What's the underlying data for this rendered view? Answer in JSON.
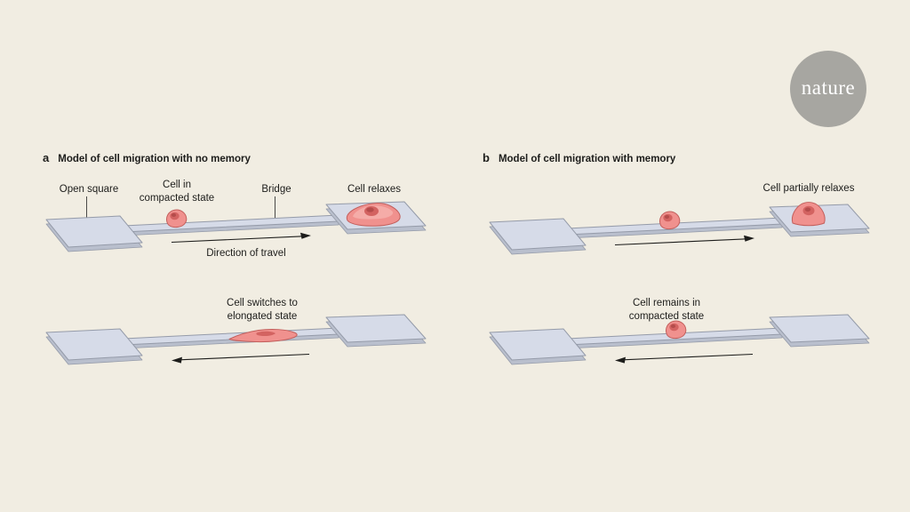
{
  "logo": {
    "text": "nature"
  },
  "colors": {
    "background": "#f1ede2",
    "track_top": "#d6dbe8",
    "track_side": "#b9bfcd",
    "track_outline": "#959ba9",
    "cell_body": "#f0918e",
    "cell_highlight": "#f5aca8",
    "cell_nucleus": "#d36361",
    "cell_nucleus_dark": "#b44c4b",
    "cell_outline": "#c35f5c",
    "ink": "#1d1d1b",
    "leader": "#4a4a48",
    "logo_circle": "#a7a6a1",
    "logo_text": "#ffffff"
  },
  "panel_a": {
    "id_label": "a",
    "title": "Model of cell migration with no memory",
    "row1": {
      "label_open_square": "Open square",
      "label_cell_compacted": "Cell in\ncompacted state",
      "label_bridge": "Bridge",
      "label_cell_relaxes": "Cell relaxes",
      "label_direction": "Direction of travel",
      "arrow_direction": "right"
    },
    "row2": {
      "label_cell_state": "Cell switches to\nelongated state",
      "arrow_direction": "left"
    }
  },
  "panel_b": {
    "id_label": "b",
    "title": "Model of cell migration with memory",
    "row1": {
      "label_cell_state": "Cell partially relaxes",
      "arrow_direction": "right"
    },
    "row2": {
      "label_cell_state": "Cell remains in\ncompacted state",
      "arrow_direction": "left"
    }
  }
}
